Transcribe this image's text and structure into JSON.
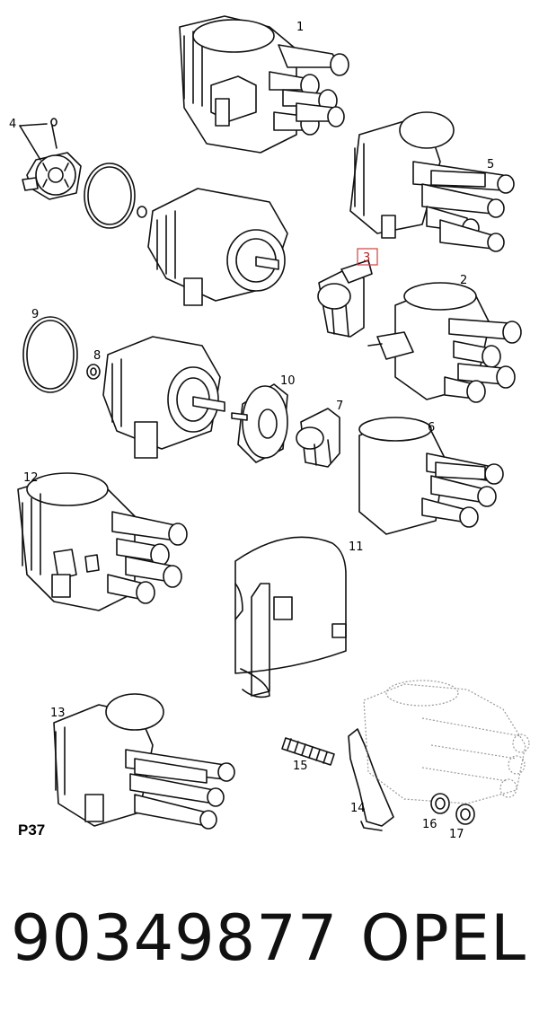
{
  "diagram": {
    "page_code": "P37",
    "highlighted_callout": "3",
    "callouts": [
      "1",
      "2",
      "3",
      "4",
      "5",
      "6",
      "7",
      "8",
      "9",
      "10",
      "11",
      "12",
      "13",
      "14",
      "15",
      "16",
      "17"
    ],
    "highlight_color": "#d04040"
  },
  "footer": {
    "part_number": "90349877",
    "brand": "OPEL"
  }
}
